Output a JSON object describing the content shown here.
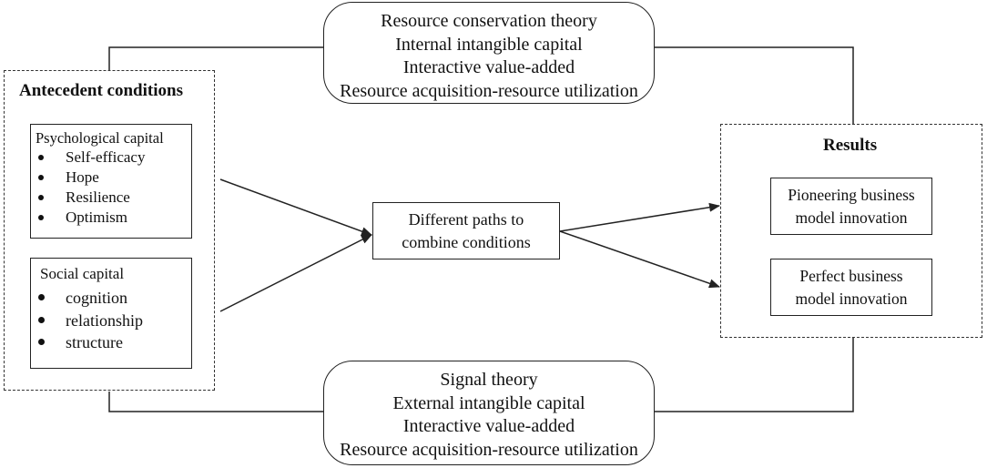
{
  "top_theory": {
    "lines": [
      "Resource conservation theory",
      "Internal intangible capital",
      "Interactive value-added",
      "Resource acquisition-resource utilization"
    ]
  },
  "bottom_theory": {
    "lines": [
      "Signal theory",
      "External intangible capital",
      "Interactive value-added",
      "Resource acquisition-resource utilization"
    ]
  },
  "antecedent": {
    "title": "Antecedent conditions",
    "psychological": {
      "title": "Psychological capital",
      "items": [
        "Self-efficacy",
        "Hope",
        "Resilience",
        "Optimism"
      ]
    },
    "social": {
      "title": "Social capital",
      "items": [
        "cognition",
        "relationship",
        "structure"
      ]
    }
  },
  "middle": {
    "lines": [
      "Different paths to",
      "combine conditions"
    ]
  },
  "results": {
    "title": "Results",
    "pioneering": [
      "Pioneering business",
      "model innovation"
    ],
    "perfect": [
      "Perfect business",
      "model innovation"
    ]
  }
}
